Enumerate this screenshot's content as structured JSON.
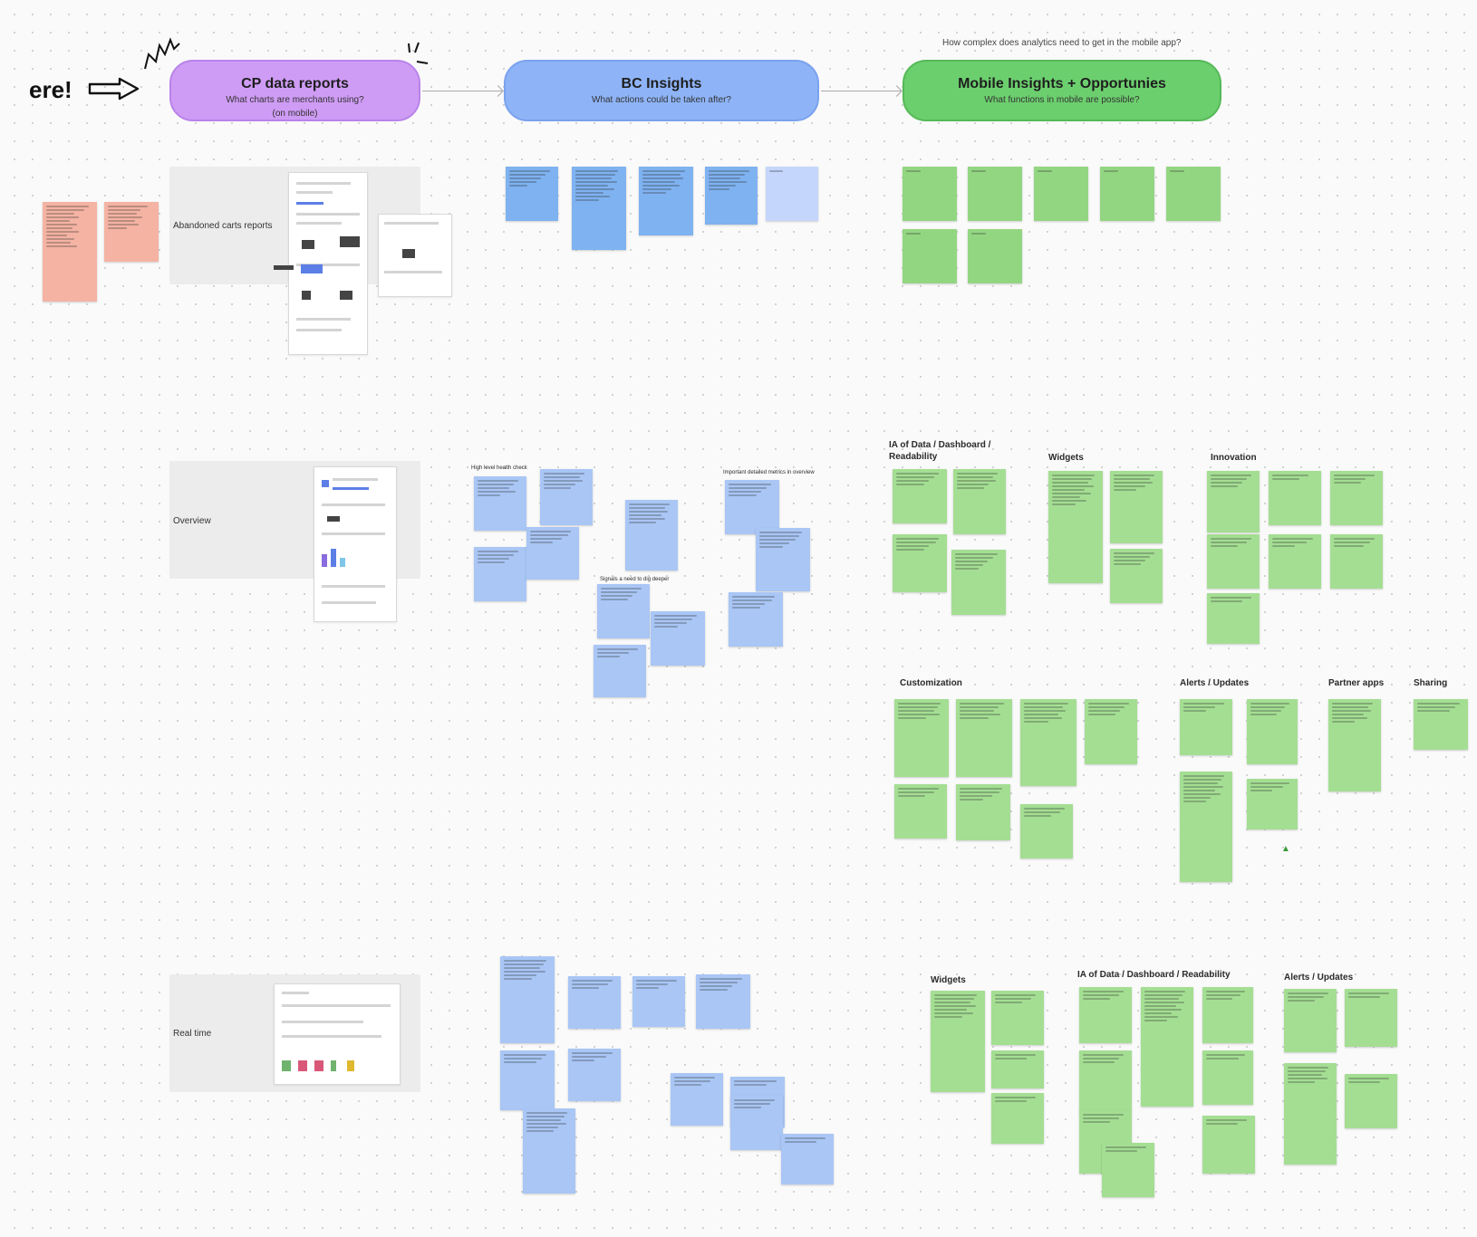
{
  "canvas": {
    "partial_heading": "ere!",
    "question": "How complex does analytics need to get in the mobile app?"
  },
  "columns": {
    "cp": {
      "title": "CP data reports",
      "subtitle_line1": "What charts are merchants using?",
      "subtitle_line2": "(on mobile)"
    },
    "bc": {
      "title": "BC Insights",
      "subtitle": "What actions could be taken after?"
    },
    "mobile": {
      "title": "Mobile Insights + Opportunies",
      "subtitle": "What functions in mobile are possible?"
    }
  },
  "rows": {
    "abandoned": "Abandoned carts reports",
    "overview": "Overview",
    "realtime": "Real time"
  },
  "overview_groups": {
    "high_level": "High level health check",
    "important_metrics": "Important detailed metrics in overview",
    "signals": "Signals a need to dig deeper"
  },
  "mobile_sections": {
    "ia": "IA of Data / Dashboard / Readability",
    "widgets": "Widgets",
    "innovation": "Innovation",
    "customization": "Customization",
    "alerts": "Alerts / Updates",
    "partner": "Partner apps",
    "sharing": "Sharing",
    "widgets_rt": "Widgets",
    "ia_rt": "IA of Data / Dashboard / Readability",
    "alerts_rt": "Alerts / Updates"
  },
  "colors": {
    "cp_header": "#cf9cf5",
    "bc_header": "#8eb4f7",
    "mobile_header": "#6ccf6e",
    "blue_sticky": "#a9c6f5",
    "green_sticky": "#a4de93",
    "salmon_sticky": "#f4b3a3"
  },
  "icons": {
    "arrow": "outlined-right-arrow-icon",
    "sparkle": "burst-doodle-icon",
    "thumb": "thumbs-up-icon"
  }
}
